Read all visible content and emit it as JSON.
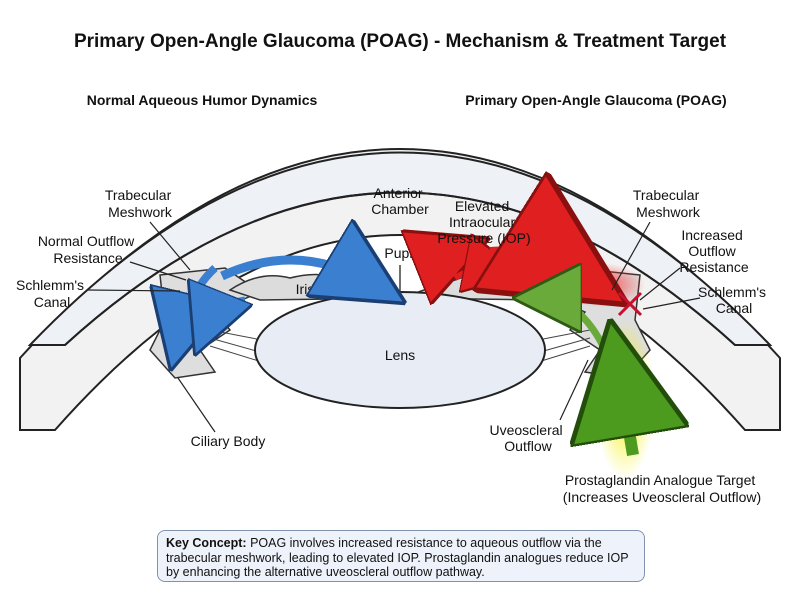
{
  "title": "Primary Open-Angle Glaucoma (POAG) - Mechanism & Treatment Target",
  "left_panel": {
    "heading": "Normal Aqueous Humor Dynamics",
    "labels": {
      "trabecular_meshwork": [
        "Trabecular",
        "Meshwork"
      ],
      "normal_outflow_resistance": [
        "Normal Outflow",
        "Resistance"
      ],
      "schlemms_canal": [
        "Schlemm's",
        "Canal"
      ],
      "ciliary_body": "Ciliary Body"
    }
  },
  "center_labels": {
    "iris": "Iris",
    "lens": "Lens",
    "pupil": "Pupil",
    "anterior_chamber": [
      "Anterior",
      "Chamber"
    ],
    "elevated_iop": [
      "Elevated",
      "Intraocular",
      "Pressure (IOP)"
    ]
  },
  "right_panel": {
    "heading": "Primary Open-Angle Glaucoma (POAG)",
    "labels": {
      "trabecular_meshwork": [
        "Trabecular",
        "Meshwork"
      ],
      "increased_outflow_resistance": [
        "Increased",
        "Outflow",
        "Resistance"
      ],
      "schlemms_canal": [
        "Schlemm's",
        "Canal"
      ],
      "uveoscleral_outflow": [
        "Uveoscleral",
        "Outflow"
      ],
      "prostaglandin_target": [
        "Prostaglandin Analogue Target",
        "(Increases Uveoscleral Outflow)"
      ]
    }
  },
  "key_concept": {
    "label": "Key Concept:",
    "text": "POAG involves increased resistance to aqueous outflow via the trabecular meshwork, leading to elevated IOP. Prostaglandin analogues reduce IOP by enhancing the alternative uveoscleral outflow pathway."
  },
  "colors": {
    "normal_flow": "#3a7fd0",
    "elevated_flow": "#e02020",
    "uveoscleral_flow": "#6aaa3a",
    "prostaglandin_target": "#4c9a1e",
    "target_glow": "#f4f000",
    "blockage_x": "#c8102e",
    "tissue": "#dedede",
    "cornea": "#eef1f6",
    "lens": "#e8ecf4"
  }
}
